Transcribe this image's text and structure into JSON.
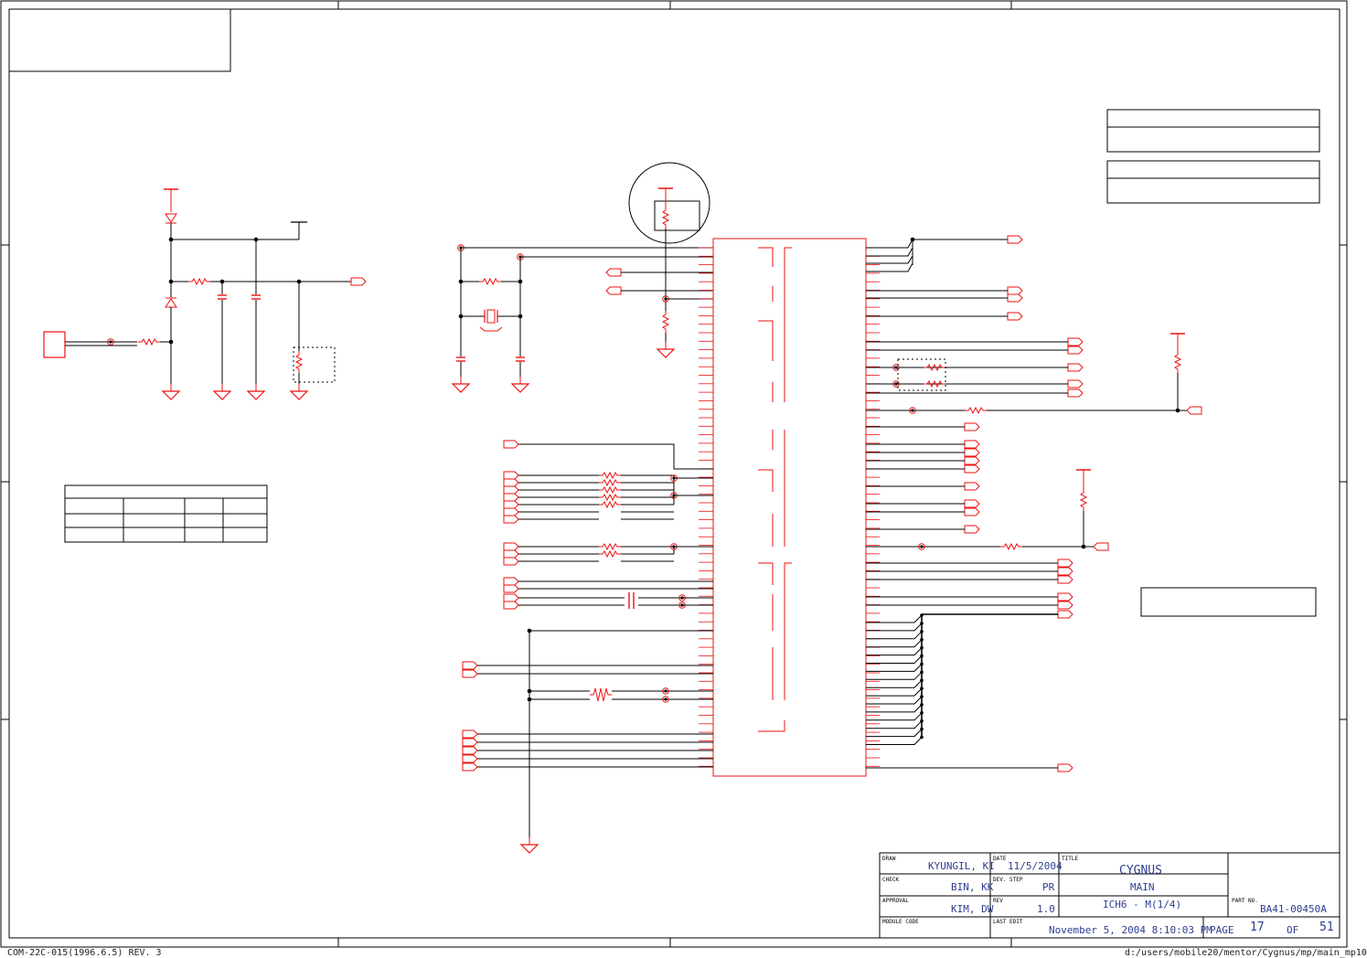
{
  "title_block": {
    "draw_label": "DRAW",
    "draw_value": "KYUNGIL, KI",
    "check_label": "CHECK",
    "check_value": "BIN, KK",
    "approval_label": "APPROVAL",
    "approval_value": "KIM, DW",
    "module_code_label": "MODULE CODE",
    "date_label": "DATE",
    "date_value": "11/5/2004",
    "dev_step_label": "DEV. STEP",
    "dev_step_value": "PR",
    "rev_label": "REV",
    "rev_value": "1.0",
    "last_edit_label": "LAST EDIT",
    "last_edit_value": "November 5, 2004  8:10:03 PM",
    "title_label": "TITLE",
    "title_line1": "CYGNUS",
    "title_line2": "MAIN",
    "title_line3": "ICH6  - M(1/4)",
    "part_no_label": "PART NO.",
    "part_no_value": "BA41-00450A",
    "page_label": "PAGE",
    "page_value": "17",
    "of_label": "OF",
    "total_pages": "51"
  },
  "footer": {
    "form_code": "COM-22C-015(1996.6.5) REV. 3",
    "file_path": "d:/users/mobile20/mentor/Cygnus/mp/main_mp10"
  },
  "colors": {
    "wire": "#000000",
    "symbol": "#ee1111",
    "frame": "#000000",
    "title_text": "#2f3e8f"
  }
}
